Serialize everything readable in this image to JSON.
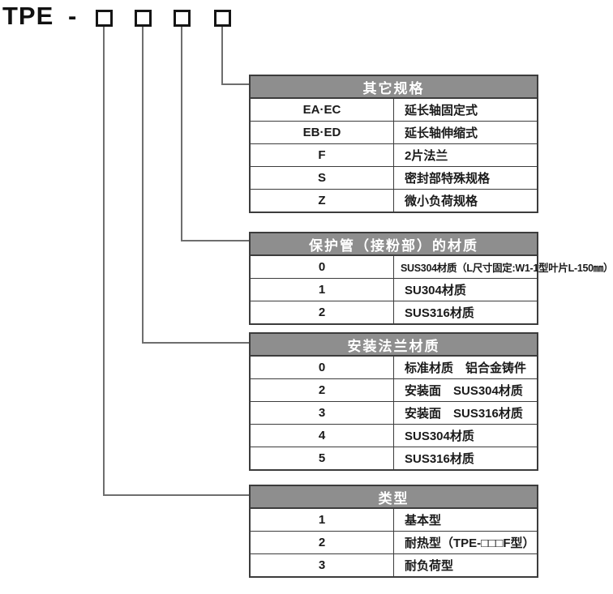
{
  "model": {
    "prefix": "TPE",
    "separator": "-",
    "digit_boxes": 4
  },
  "colors": {
    "header_bg": "#8e8e8e",
    "header_text": "#ffffff",
    "table_border": "#3c3c3c",
    "connector_line": "#6e6e6e",
    "box_border": "#151515"
  },
  "tables": [
    {
      "title": "其它规格",
      "rows": [
        {
          "code": "EA·EC",
          "desc": "延长轴固定式"
        },
        {
          "code": "EB·ED",
          "desc": "延长轴伸缩式"
        },
        {
          "code": "F",
          "desc": "2片法兰"
        },
        {
          "code": "S",
          "desc": "密封部特殊规格"
        },
        {
          "code": "Z",
          "desc": "微小负荷规格"
        }
      ]
    },
    {
      "title": "保护管（接粉部）的材质",
      "rows": [
        {
          "code": "0",
          "desc": "SUS304材质（L尺寸固定:W1-1型叶片L-150㎜）"
        },
        {
          "code": "1",
          "desc": "SU304材质"
        },
        {
          "code": "2",
          "desc": "SUS316材质"
        }
      ]
    },
    {
      "title": "安装法兰材质",
      "rows": [
        {
          "code": "0",
          "desc": "标准材质　铝合金铸件"
        },
        {
          "code": "2",
          "desc": "安装面　SUS304材质"
        },
        {
          "code": "3",
          "desc": "安装面　SUS316材质"
        },
        {
          "code": "4",
          "desc": "SUS304材质"
        },
        {
          "code": "5",
          "desc": "SUS316材质"
        }
      ]
    },
    {
      "title": "类型",
      "rows": [
        {
          "code": "1",
          "desc": "基本型"
        },
        {
          "code": "2",
          "desc": "耐热型（TPE-□□□F型）"
        },
        {
          "code": "3",
          "desc": "耐负荷型"
        }
      ]
    }
  ]
}
